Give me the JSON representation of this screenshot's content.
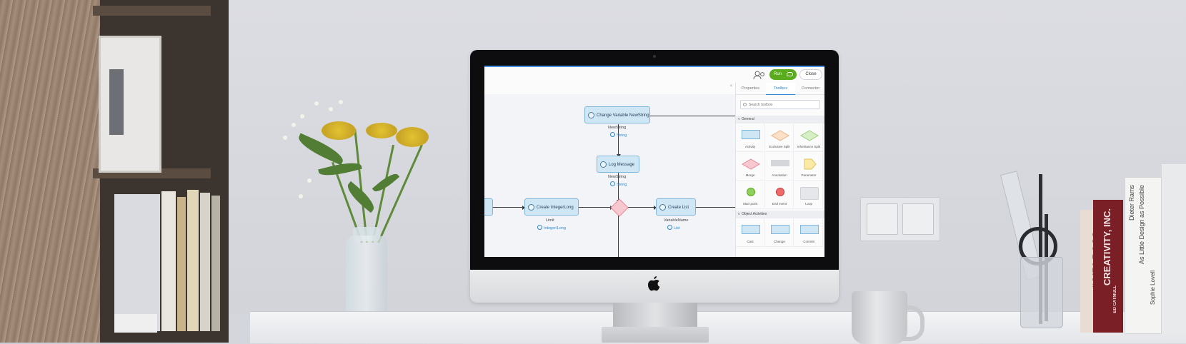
{
  "app": {
    "toolbar": {
      "run_label": "Run",
      "close_label": "Close"
    },
    "panel_tabs": [
      "Properties",
      "Toolbox",
      "Connector"
    ],
    "active_tab": 1,
    "search_placeholder": "Search toolbox",
    "sections": [
      "General",
      "Object Activities"
    ],
    "general_tools": [
      "Activity",
      "Exclusive Split",
      "Inheritance Split",
      "Merge",
      "Annotation",
      "Parameter",
      "Start point",
      "End event",
      "Loop"
    ],
    "object_tools": [
      "Cast",
      "Change",
      "Commit"
    ],
    "nodes": [
      {
        "title": "Change Variable NewString",
        "label": "NewString",
        "type": "String"
      },
      {
        "title": "Log Message",
        "label": "NewString",
        "type": "String"
      },
      {
        "title": "Create IntegerLong",
        "label": "Limit",
        "type": "Integer/Long"
      },
      {
        "title": "Create List",
        "label": "VariableName",
        "type": "List"
      }
    ]
  },
  "colors": {
    "accent": "#2f86d0",
    "run_green": "#5aab1e",
    "node_fill": "#cfe6f5",
    "decision_fill": "#f7c8cf"
  },
  "books": {
    "creativity": "CREATIVITY, INC.",
    "creativity_author": "ED CATMULL",
    "girlboss": "#GIRLBOSS",
    "little_design": "As Little Design as Possible",
    "dieter": "Dieter Rams",
    "lovell": "Sophie Lovell"
  }
}
